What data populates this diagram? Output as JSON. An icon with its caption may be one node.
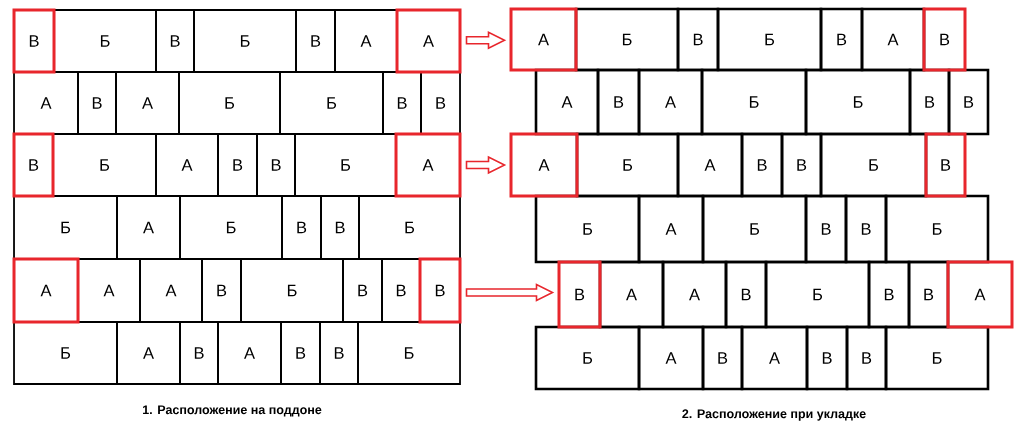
{
  "diagram": {
    "nodes": [
      {
        "text": [
          "В"
        ]
      },
      {
        "text": [
          "Б"
        ]
      },
      {
        "text": [
          "В"
        ]
      },
      {
        "text": [
          "Б"
        ]
      },
      {
        "text": [
          "В"
        ]
      },
      {
        "text": [
          "А"
        ]
      },
      {
        "text": [
          "А"
        ]
      },
      {
        "text": [
          "А"
        ]
      },
      {
        "text": [
          "В"
        ]
      },
      {
        "text": [
          "А"
        ]
      },
      {
        "text": [
          "Б"
        ]
      },
      {
        "text": [
          "Б"
        ]
      },
      {
        "text": [
          "В"
        ]
      },
      {
        "text": [
          "В"
        ]
      },
      {
        "text": [
          "В"
        ]
      },
      {
        "text": [
          "Б"
        ]
      },
      {
        "text": [
          "А"
        ]
      },
      {
        "text": [
          "В"
        ]
      },
      {
        "text": [
          "В"
        ]
      },
      {
        "text": [
          "Б"
        ]
      },
      {
        "text": [
          "А"
        ]
      },
      {
        "text": [
          "Б"
        ]
      },
      {
        "text": [
          "А"
        ]
      },
      {
        "text": [
          "Б"
        ]
      },
      {
        "text": [
          "В"
        ]
      },
      {
        "text": [
          "В"
        ]
      },
      {
        "text": [
          "Б"
        ]
      },
      {
        "text": [
          "А"
        ]
      },
      {
        "text": [
          "А"
        ]
      },
      {
        "text": [
          "А"
        ]
      },
      {
        "text": [
          "В"
        ]
      },
      {
        "text": [
          "Б"
        ]
      },
      {
        "text": [
          "В"
        ]
      },
      {
        "text": [
          "В"
        ]
      },
      {
        "text": [
          "В"
        ]
      },
      {
        "text": [
          "Б"
        ]
      },
      {
        "text": [
          "А"
        ]
      },
      {
        "text": [
          "В"
        ]
      },
      {
        "text": [
          "А"
        ]
      },
      {
        "text": [
          "В"
        ]
      },
      {
        "text": [
          "В"
        ]
      },
      {
        "text": [
          "Б"
        ]
      },
      {
        "text": [
          "А"
        ]
      },
      {
        "text": [
          "Б"
        ]
      },
      {
        "text": [
          "В"
        ]
      },
      {
        "text": [
          "Б"
        ]
      },
      {
        "text": [
          "В"
        ]
      },
      {
        "text": [
          "А"
        ]
      },
      {
        "text": [
          "В"
        ]
      },
      {
        "text": [
          "А"
        ]
      },
      {
        "text": [
          "В"
        ]
      },
      {
        "text": [
          "А"
        ]
      },
      {
        "text": [
          "Б"
        ]
      },
      {
        "text": [
          "Б"
        ]
      },
      {
        "text": [
          "В"
        ]
      },
      {
        "text": [
          "В"
        ]
      },
      {
        "text": [
          "А"
        ]
      },
      {
        "text": [
          "Б"
        ]
      },
      {
        "text": [
          "А"
        ]
      },
      {
        "text": [
          "В"
        ]
      },
      {
        "text": [
          "В"
        ]
      },
      {
        "text": [
          "Б"
        ]
      },
      {
        "text": [
          "В"
        ]
      },
      {
        "text": [
          "Б"
        ]
      },
      {
        "text": [
          "А"
        ]
      },
      {
        "text": [
          "Б"
        ]
      },
      {
        "text": [
          "В"
        ]
      },
      {
        "text": [
          "В"
        ]
      },
      {
        "text": [
          "Б"
        ]
      },
      {
        "text": [
          "В"
        ]
      },
      {
        "text": [
          "А"
        ]
      },
      {
        "text": [
          "А"
        ]
      },
      {
        "text": [
          "В"
        ]
      },
      {
        "text": [
          "Б"
        ]
      },
      {
        "text": [
          "В"
        ]
      },
      {
        "text": [
          "В"
        ]
      },
      {
        "text": [
          "А"
        ]
      },
      {
        "text": [
          "Б"
        ]
      },
      {
        "text": [
          "А"
        ]
      },
      {
        "text": [
          "В"
        ]
      },
      {
        "text": [
          "А"
        ]
      },
      {
        "text": [
          "В"
        ]
      },
      {
        "text": [
          "В"
        ]
      },
      {
        "text": [
          "Б"
        ]
      }
    ],
    "edges": [
      {
        "from": 6,
        "to": 42,
        "arrow": "to"
      },
      {
        "from": 20,
        "to": 56,
        "arrow": "to"
      },
      {
        "from": 34,
        "to": 69,
        "arrow": "to"
      }
    ],
    "labels": [
      "1. Расположение на поддоне",
      "2. Расположение при укладке"
    ]
  }
}
